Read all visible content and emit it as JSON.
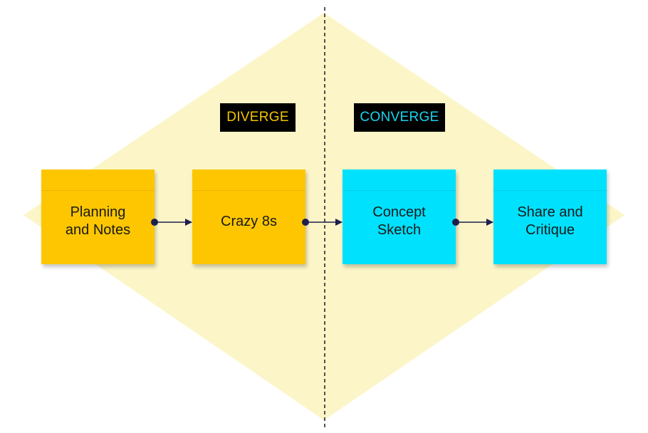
{
  "colors": {
    "diamond_fill": "#fcf5c7",
    "divider": "#1a1a1a",
    "tag_bg": "#000000",
    "diverge_text": "#f5c400",
    "converge_text": "#19d4ef",
    "note_yellow": "#fdc600",
    "note_cyan": "#00e1fd",
    "connector": "#1c1f4d"
  },
  "phases": {
    "diverge": "DIVERGE",
    "converge": "CONVERGE"
  },
  "steps": [
    {
      "label": "Planning\nand Notes",
      "color": "yellow"
    },
    {
      "label": "Crazy 8s",
      "color": "yellow"
    },
    {
      "label": "Concept\nSketch",
      "color": "cyan"
    },
    {
      "label": "Share and\nCritique",
      "color": "cyan"
    }
  ]
}
